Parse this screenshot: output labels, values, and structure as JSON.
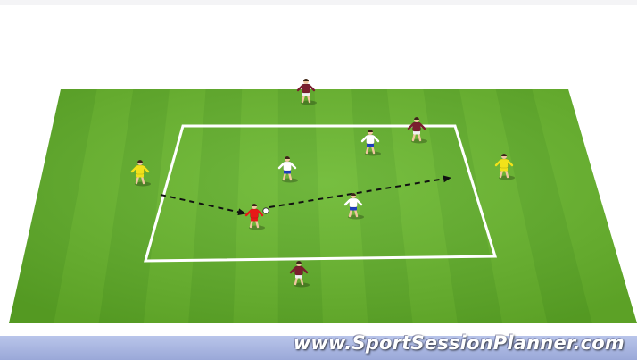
{
  "drill": {
    "pitch_color_light": "#6fc02f",
    "pitch_color_dark": "#4e9a1f",
    "line_color": "#ffffff",
    "arrow_color": "#111111",
    "team_colors": {
      "outside_attackers": "#7a1f2e",
      "inside_defenders": "#ffffff",
      "inside_defenders_shorts": "#1f3fbf",
      "target_keepers": "#f2e21a",
      "ball_carrier": "#e81818"
    },
    "players": [
      {
        "role": "outside-top",
        "team": "outside_attackers"
      },
      {
        "role": "outside-top-right",
        "team": "outside_attackers"
      },
      {
        "role": "outside-bottom",
        "team": "outside_attackers"
      },
      {
        "role": "left-target",
        "team": "target_keepers"
      },
      {
        "role": "right-target",
        "team": "target_keepers"
      },
      {
        "role": "inside-1",
        "team": "inside_defenders"
      },
      {
        "role": "inside-2",
        "team": "inside_defenders"
      },
      {
        "role": "inside-3",
        "team": "inside_defenders"
      },
      {
        "role": "ball-carrier",
        "team": "ball_carrier"
      }
    ]
  },
  "footer": {
    "watermark": "www.SportSessionPlanner.com",
    "bar_color": "#aab6e2"
  }
}
